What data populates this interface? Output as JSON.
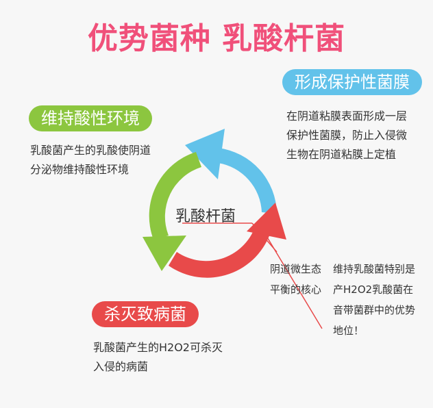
{
  "title": "优势菌种  乳酸杆菌",
  "center_label": "乳酸杆菌",
  "sections": {
    "green": {
      "heading": "维持酸性环境",
      "text": "乳酸菌产生的乳酸使阴道分泌物维持酸性环境",
      "color": "#8cc63f"
    },
    "blue": {
      "heading": "形成保护性菌膜",
      "text": "在阴道粘膜表面形成一层保护性菌膜，防止入侵微生物在阴道粘膜上定植",
      "color": "#62c2ea"
    },
    "red": {
      "heading": "杀灭致病菌",
      "text": "乳酸菌产生的H2O2可杀灭入侵的病菌",
      "color": "#e84a4a"
    }
  },
  "notes": {
    "core": "阴道微生态平衡的核心",
    "dominance": "维持乳酸菌特别是产H2O2乳酸菌在音带菌群中的优势地位！"
  }
}
